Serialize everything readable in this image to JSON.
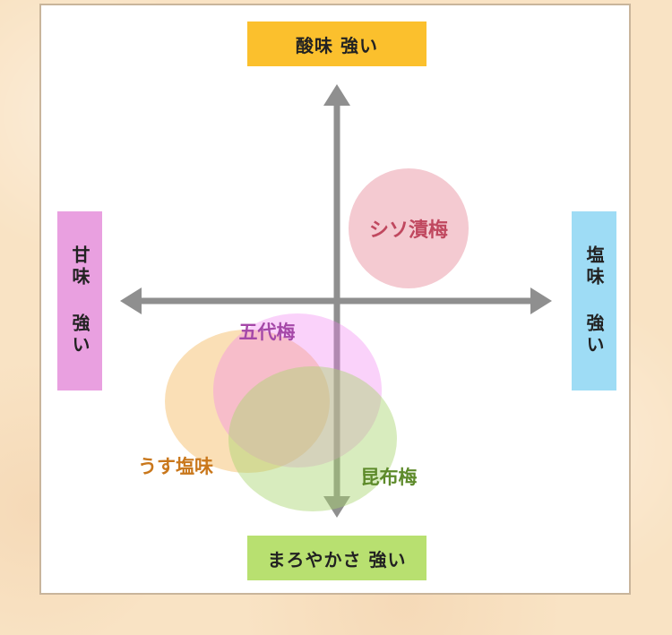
{
  "axes": {
    "top": "酸味 強い",
    "bottom": "まろやかさ 強い",
    "left": "甘味 強い",
    "right": "塩味 強い"
  },
  "items": [
    {
      "key": "shiso",
      "label": "シソ漬梅"
    },
    {
      "key": "godai",
      "label": "五代梅"
    },
    {
      "key": "usushio",
      "label": "うす塩味"
    },
    {
      "key": "konbu",
      "label": "昆布梅"
    }
  ],
  "colors": {
    "top": "#fbc02d",
    "bottom": "#b8e070",
    "left": "#e9a0e0",
    "right": "#9edcf5",
    "axis": "#8f8f8f",
    "shiso": "#e68a9a",
    "godai": "#f07ef2",
    "usushio": "#f3b85d",
    "konbu": "#a8d56f",
    "shiso_text": "#c0485f",
    "godai_text": "#a548a8",
    "usushio_text": "#c9771b",
    "konbu_text": "#5d8a2a"
  }
}
